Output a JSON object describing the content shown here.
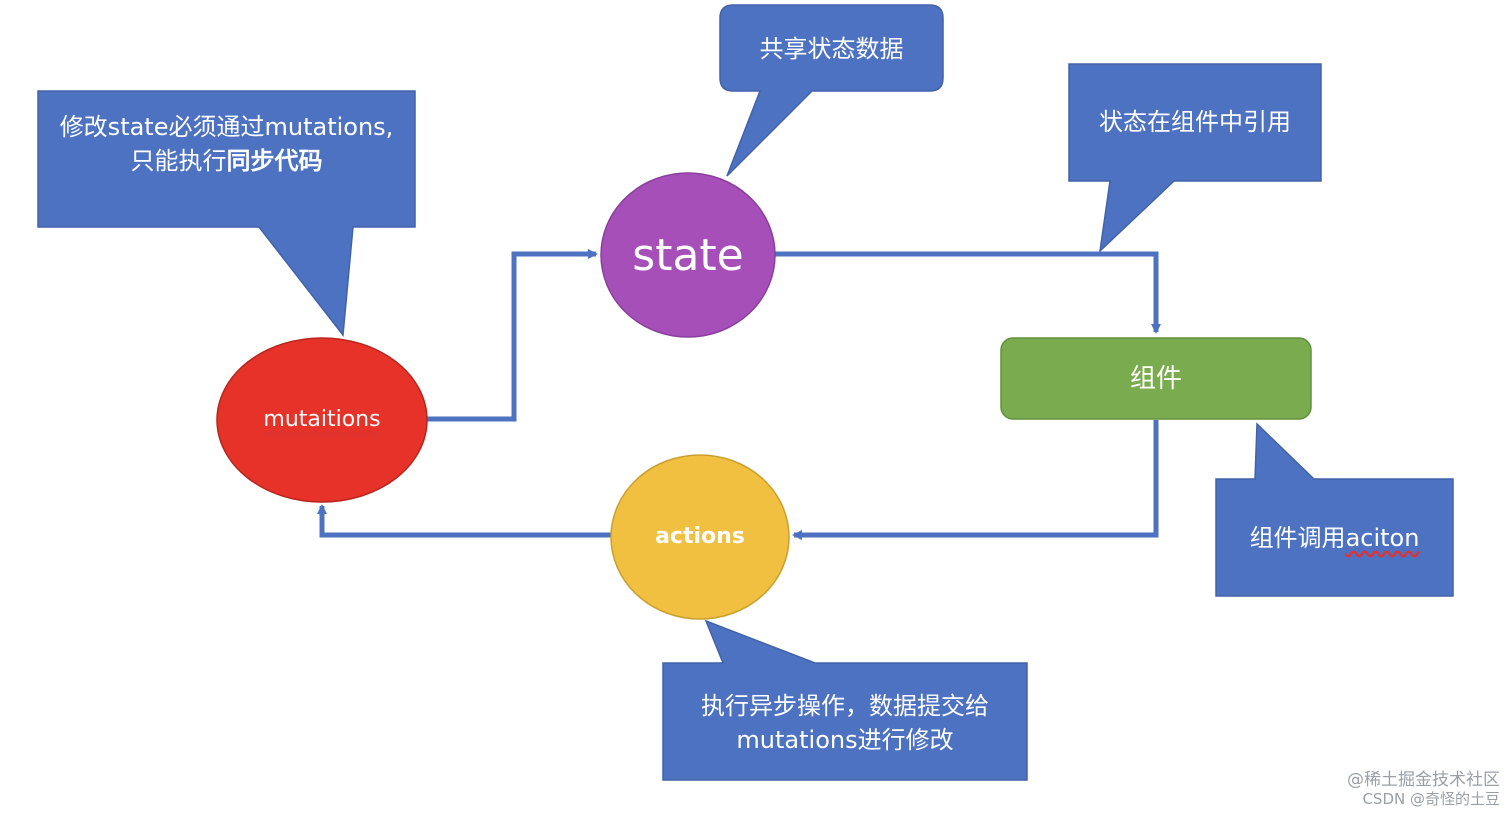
{
  "nodes": {
    "state": {
      "label": "state",
      "color": "#a64fb9"
    },
    "mutations": {
      "label": "mutaitions",
      "color": "#e63228"
    },
    "actions": {
      "label": "actions",
      "color": "#f2c040"
    },
    "component": {
      "label": "组件",
      "color": "#7aab4f"
    }
  },
  "callouts": {
    "state_note": {
      "text": "共享状态数据"
    },
    "mutations_note": {
      "line1": "修改state必须通过mutations,",
      "line2_plain": "只能执行",
      "line2_bold": "同步代码"
    },
    "component_ref_note": {
      "text": "状态在组件中引用"
    },
    "component_call_note": {
      "prefix": "组件调用",
      "suffix": "aciton"
    },
    "actions_note": {
      "line1": "执行异步操作，数据提交给",
      "line2": "mutations进行修改"
    }
  },
  "colors": {
    "callout": "#4e72c2",
    "arrow": "#4e72c2"
  },
  "watermark": {
    "line1": "@稀土掘金技术社区",
    "line2": "CSDN @奇怪的土豆"
  }
}
